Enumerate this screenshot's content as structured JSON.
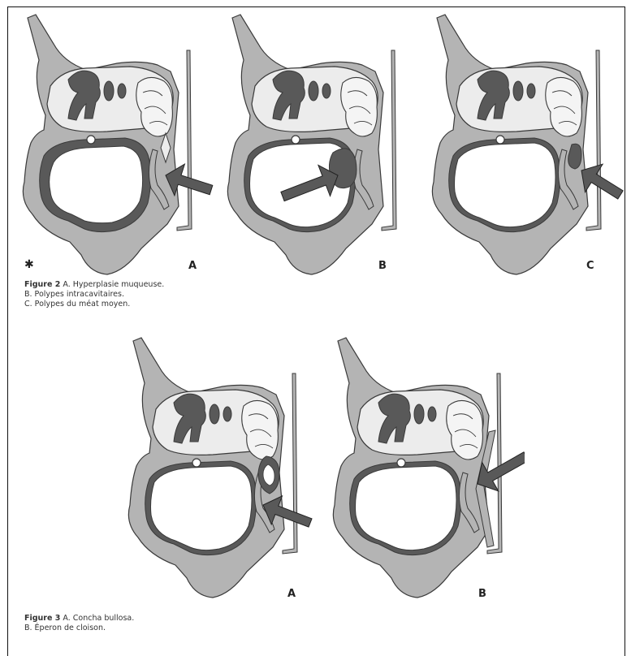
{
  "figure2": {
    "glyph": "✱",
    "panels": [
      {
        "label": "A",
        "variant": "hyperplasia"
      },
      {
        "label": "B",
        "variant": "intracavitary-polyp"
      },
      {
        "label": "C",
        "variant": "middle-meatus-polyp"
      }
    ],
    "caption": {
      "lead": "Figure 2",
      "line1": "A. Hyperplasie muqueuse.",
      "line2": "B. Polypes intracavitaires.",
      "line3": "C. Polypes du méat moyen."
    }
  },
  "figure3": {
    "panels": [
      {
        "label": "A",
        "variant": "concha-bullosa"
      },
      {
        "label": "B",
        "variant": "septal-spur"
      }
    ],
    "caption": {
      "lead": "Figure 3",
      "line1": "A. Concha bullosa.",
      "line2": "B. Éperon de cloison."
    }
  },
  "colors": {
    "bone": "#b4b4b4",
    "dark": "#595959",
    "light": "#ececec",
    "line": "#3a3a3a"
  }
}
